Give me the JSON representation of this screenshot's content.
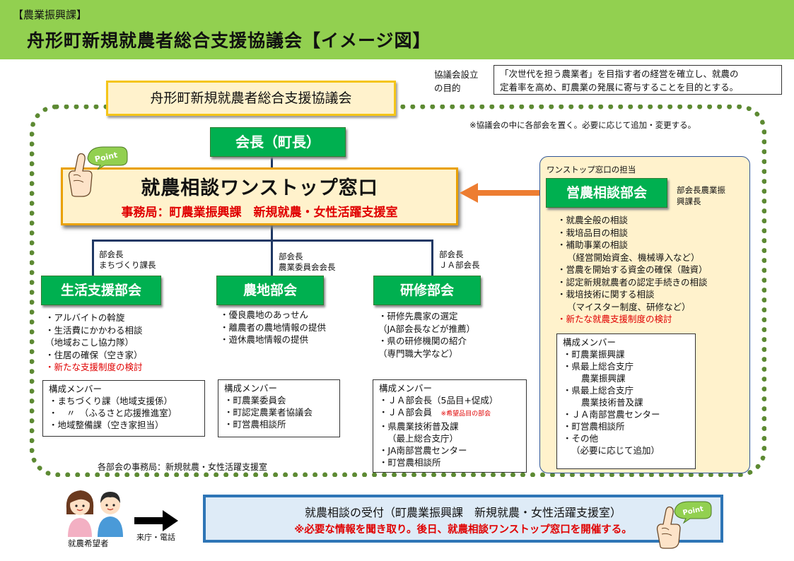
{
  "header": {
    "department": "【農業振興課】",
    "title": "舟形町新規就農者総合支援協議会【イメージ図】"
  },
  "purpose": {
    "label_line1": "協議会設立",
    "label_line2": "の目的",
    "text_line1": "「次世代を担う農業者」を目指す者の経営を確立し、就農の",
    "text_line2": "定着率を高め、町農業の発展に寄与することを目的とする。"
  },
  "council": {
    "name": "舟形町新規就農者総合支援協議会"
  },
  "frame_note": "※協議会の中に各部会を置く。必要に応じて追加・変更する。",
  "chair": {
    "label": "会長（町長）"
  },
  "point_label": "Point",
  "onestop": {
    "title": "就農相談ワンストップ窓口",
    "secretariat": "事務局：町農業振興課　新規就農・女性活躍支援室"
  },
  "sections": [
    {
      "head_line1": "部会長",
      "head_line2": "まちづくり課長",
      "name": "生活支援部会",
      "tasks": [
        "・アルバイトの斡旋",
        "・生活費にかかわる相談",
        "（地域おこし協力隊）",
        "・住居の確保（空き家）"
      ],
      "task_red": "・新たな支援制度の検討",
      "members_title": "構成メンバー",
      "members": [
        "・まちづくり課（地域支援係）",
        "・　〃　（ふるさと応援推進室）",
        "・地域整備課（空き家担当）"
      ]
    },
    {
      "head_line1": "部会長",
      "head_line2": "農業委員会会長",
      "name": "農地部会",
      "tasks": [
        "・優良農地のあっせん",
        "・離農者の農地情報の提供",
        "・遊休農地情報の提供"
      ],
      "members_title": "構成メンバー",
      "members": [
        "・町農業委員会",
        "・町認定農業者協議会",
        "・町営農相談所"
      ]
    },
    {
      "head_line1": "部会長",
      "head_line2": "ＪＡ部会長",
      "name": "研修部会",
      "tasks": [
        "・研修先農家の選定",
        "（JA部会長などが推薦）",
        "・県の研修機関の紹介",
        "（専門職大学など）"
      ],
      "members_title": "構成メンバー",
      "members": [
        "・ＪＡ部会長（5品目+促成）",
        "・ＪＡ部会員",
        "・県農業技術普及課",
        "（最上総合支庁）",
        "・JA南部営農センター",
        "・町営農相談所"
      ],
      "member_note": "※希望品目の部会"
    }
  ],
  "office_note": "各部会の事務局：新規就農・女性活躍支援室",
  "right_panel": {
    "head": "ワンストップ窓口の担当",
    "name": "営農相談部会",
    "chief_line1": "部会長農業振",
    "chief_line2": "興課長",
    "tasks": [
      "・就農全般の相談",
      "・栽培品目の相談",
      "・補助事業の相談",
      "（経営開始資金、機械導入など）",
      "・営農を開始する資金の確保（融資）",
      "・認定新規就農者の認定手続きの相談",
      "・栽培技術に関する相談",
      "（マイスター制度、研修など）"
    ],
    "task_red": "・新たな就農支援制度の検討",
    "members_title": "構成メンバー",
    "members": [
      "・町農業振興課",
      "・県最上総合支庁",
      "農業振興課",
      "・県最上総合支庁",
      "農業技術普及課",
      "・ＪＡ南部営農センター",
      "・町営農相談所",
      "・その他",
      "（必要に応じて追加）"
    ]
  },
  "bottom": {
    "applicant": "就農希望者",
    "contact": "来庁・電話",
    "reception_title": "就農相談の受付（町農業振興課　新規就農・女性活躍支援室）",
    "reception_note": "※必要な情報を聞き取り。後日、就農相談ワンストップ窓口を開催する。"
  },
  "colors": {
    "header_bg": "#92d050",
    "green_box": "#00b050",
    "highlight_bg": "#fff2cc",
    "frame_dotted": "#5d8a33",
    "arrow_orange": "#ed7d31",
    "reception_border": "#2e75b6",
    "alert_red": "#e00000"
  }
}
